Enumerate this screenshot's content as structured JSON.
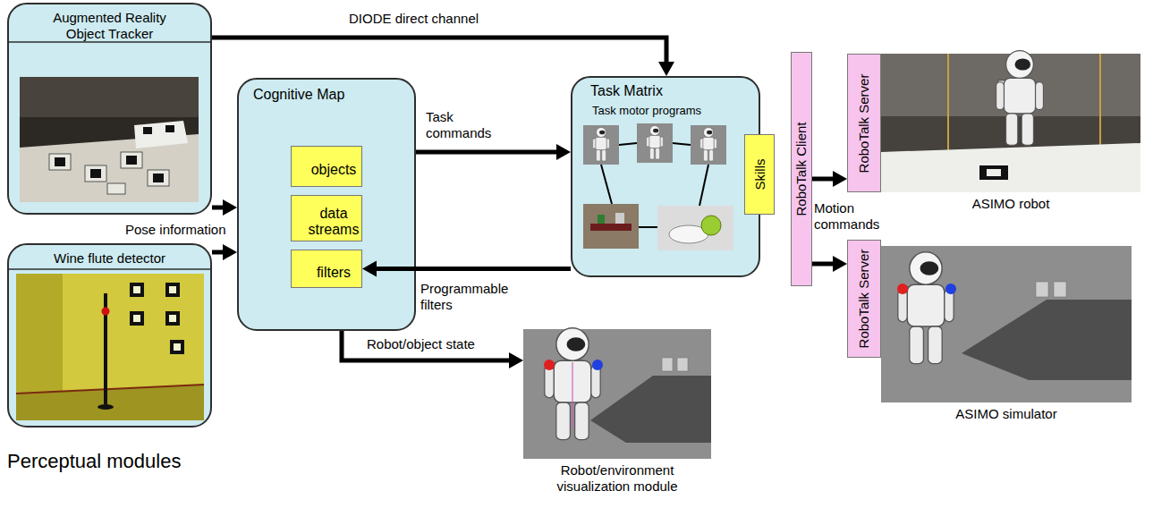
{
  "diagram": {
    "nodes": [
      {
        "text": [
          "Augmented Reality Object Tracker"
        ]
      },
      {
        "text": [
          "Wine flute detector"
        ]
      },
      {
        "text": [
          "Cognitive Map"
        ]
      },
      {
        "text": [
          "objects"
        ],
        "in": 2
      },
      {
        "text": [
          "data streams"
        ],
        "in": 2
      },
      {
        "text": [
          "filters"
        ],
        "in": 2
      },
      {
        "text": [
          "Task Matrix",
          "Task motor programs"
        ]
      },
      {
        "text": [
          "Skills"
        ]
      },
      {
        "text": [
          "RoboTalk Client"
        ]
      },
      {
        "text": [
          "RoboTalk Server"
        ]
      },
      {
        "text": [
          "ASIMO robot"
        ]
      },
      {
        "text": [
          "RoboTalk Server"
        ]
      },
      {
        "text": [
          "ASIMO simulator"
        ]
      },
      {
        "text": [
          "Robot/environment visualization module"
        ]
      }
    ],
    "edges": [
      {
        "from": 0,
        "to": 2,
        "arrow": "to"
      },
      {
        "from": 1,
        "to": 2,
        "arrow": "to"
      },
      {
        "from": 0,
        "to": 6,
        "arrow": "to",
        "label": "DIODE direct channel"
      },
      {
        "from": 2,
        "to": 6,
        "arrow": "to",
        "label": "Task commands"
      },
      {
        "from": 6,
        "to": 5,
        "arrow": "to",
        "label": "Programmable filters"
      },
      {
        "from": 2,
        "to": 13,
        "arrow": "to",
        "label": "Robot/object state"
      },
      {
        "from": 8,
        "to": 9,
        "arrow": "to"
      },
      {
        "from": 8,
        "to": 11,
        "arrow": "to"
      }
    ],
    "labels": [
      "Pose information",
      "Motion commands",
      "Perceptual modules"
    ]
  }
}
